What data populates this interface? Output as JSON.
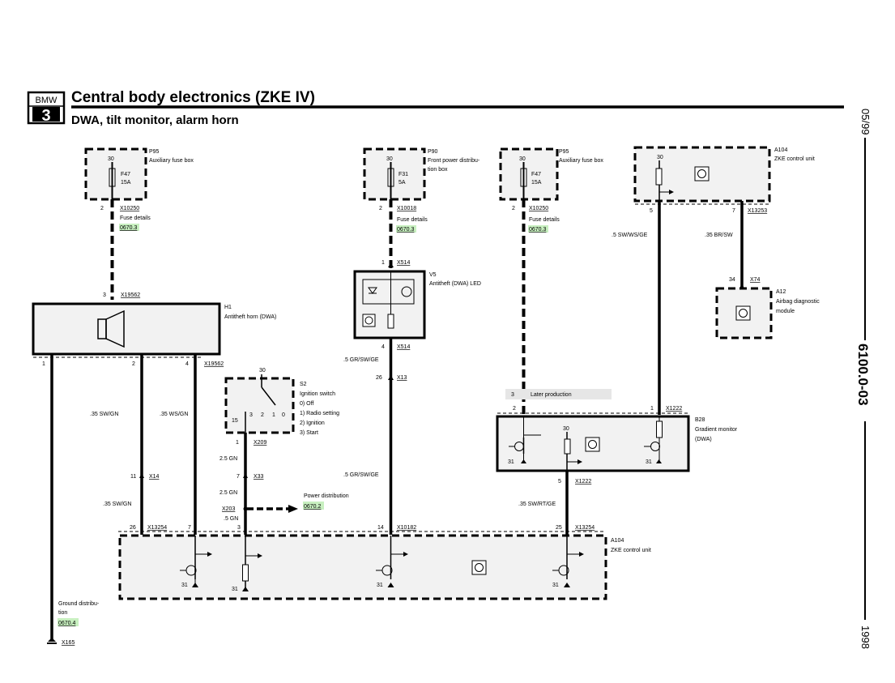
{
  "header": {
    "brand_top": "BMW",
    "brand_num": "3",
    "title": "Central body electronics (ZKE IV)",
    "subtitle": "DWA, tilt monitor, alarm horn"
  },
  "side": {
    "date": "05/99",
    "page": "6100.0-03",
    "year": "1998"
  },
  "components": {
    "p95a": {
      "code": "P95",
      "desc": "Auxiliary fuse box",
      "pin_in": "30",
      "fuse": "F47",
      "amp": "15A"
    },
    "p90": {
      "code": "P90",
      "desc1": "Front power distribu-",
      "desc2": "tion box",
      "pin_in": "30",
      "fuse": "F31",
      "amp": "5A"
    },
    "p95b": {
      "code": "P95",
      "desc": "Auxiliary fuse box",
      "pin_in": "30",
      "fuse": "F47",
      "amp": "15A"
    },
    "a104top": {
      "code": "A104",
      "desc": "ZKE control unit",
      "pin_in": "30"
    },
    "h1": {
      "code": "H1",
      "desc": "Antitheft horn (DWA)"
    },
    "v5": {
      "code": "V5",
      "desc": "Antitheft (DWA) LED"
    },
    "a12": {
      "code": "A12",
      "desc1": "Airbag diagnostic",
      "desc2": "module"
    },
    "s2": {
      "code": "S2",
      "desc": "Ignition switch",
      "pin30": "30",
      "p15": "15",
      "options": [
        "0)  Off",
        "1)  Radio setting",
        "2)  Ignition",
        "3)  Start"
      ],
      "contacts": [
        "3",
        "2",
        "1",
        "0"
      ]
    },
    "b28": {
      "code": "B28",
      "desc1": "Gradient monitor",
      "desc2": "(DWA)",
      "pin30": "30",
      "gnd": "31"
    },
    "a104bot": {
      "code": "A104",
      "desc": "ZKE control unit",
      "gnd": "31"
    }
  },
  "connectors": {
    "x10250a": {
      "pin": "2",
      "name": "X10250",
      "detail": "Fuse details",
      "link": "0670.3"
    },
    "x10018": {
      "pin": "2",
      "name": "X10018",
      "detail": "Fuse details",
      "link": "0670.3"
    },
    "x10250b": {
      "pin": "2",
      "name": "X10250",
      "detail": "Fuse details",
      "link": "0670.3"
    },
    "a104pin5": "5",
    "x13253": {
      "pin": "7",
      "name": "X13253"
    },
    "x19562top": {
      "pin": "3",
      "name": "X19562"
    },
    "x19562bot": {
      "p1": "1",
      "p2": "2",
      "p4": "4",
      "name": "X19562"
    },
    "x514top": {
      "pin": "1",
      "name": "X514"
    },
    "x514bot": {
      "pin": "4",
      "name": "X514"
    },
    "x13": {
      "pin": "26",
      "name": "X13"
    },
    "x74": {
      "pin": "34",
      "name": "X74"
    },
    "later": {
      "pin": "3",
      "text": "Later production"
    },
    "b28pin2": "2",
    "x1222top": {
      "pin": "1",
      "name": "X1222"
    },
    "x1222bot": {
      "pin": "5",
      "name": "X1222"
    },
    "x209": {
      "pin": "1",
      "name": "X209"
    },
    "x33": {
      "pin": "7",
      "name": "X33"
    },
    "x14": {
      "pin": "11",
      "name": "X14"
    },
    "x203": {
      "name": "X203",
      "dest": "Power distribution",
      "link": "0670.2"
    },
    "x13254a": {
      "pin": "26",
      "name": "X13254",
      "pin7": "7",
      "pin3": "3"
    },
    "x10182": {
      "pin": "14",
      "name": "X10182"
    },
    "x13254b": {
      "pin": "25",
      "name": "X13254"
    },
    "ground": {
      "desc1": "Ground distribu-",
      "desc2": "tion",
      "link": "0670.4",
      "name": "X165"
    }
  },
  "wires": {
    "sw_ws_ge": ".5 SW/WS/GE",
    "br_sw": ".35 BR/SW",
    "sw_gn_1": ".35 SW/GN",
    "ws_gn": ".35 WS/GN",
    "sw_gn_2": ".35 SW/GN",
    "gr_sw_ge_1": ".5 GR/SW/GE",
    "gr_sw_ge_2": ".5 GR/SW/GE",
    "gn_25a": "2.5 GN",
    "gn_25b": "2.5 GN",
    "gn_5": ".5 GN",
    "sw_rt_ge": ".35 SW/RT/GE"
  }
}
